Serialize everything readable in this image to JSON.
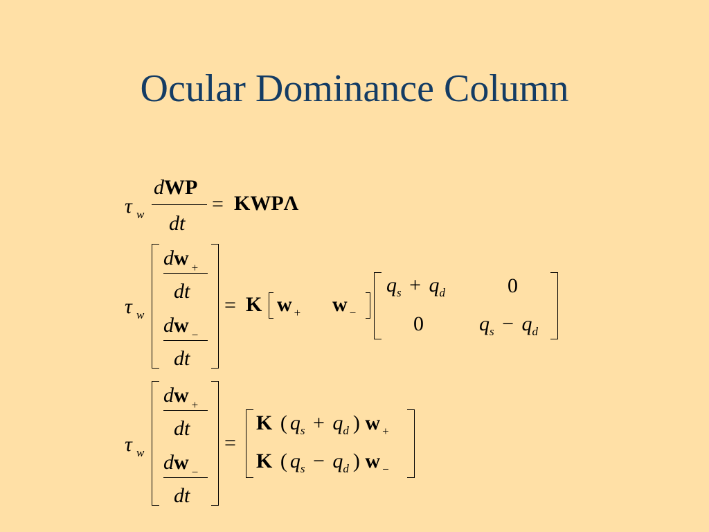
{
  "title": "Ocular Dominance Column",
  "symbols": {
    "tau": "τ",
    "w_sub": "w",
    "d": "d",
    "dt": "dt",
    "equals": "=",
    "plus": "+",
    "minus": "−",
    "zero": "0",
    "q": "q",
    "s_sub": "s",
    "d_sub": "d",
    "K": "K",
    "w_bold": "w",
    "lparen": "(",
    "rparen": ")",
    "plus_sub": "+",
    "minus_sub": "−"
  },
  "equation1": {
    "numerator_matrix": "WP",
    "rhs": "KWPΛ"
  }
}
